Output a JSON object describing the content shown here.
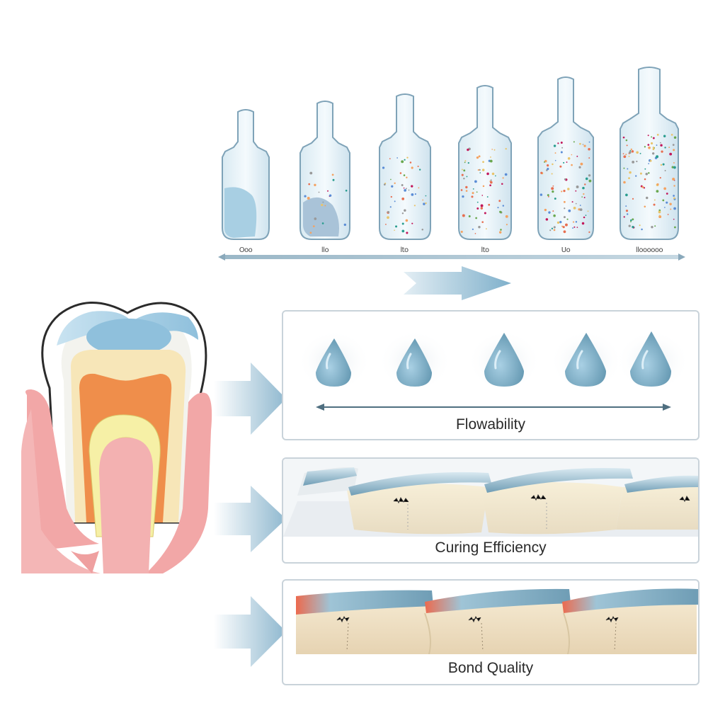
{
  "bottles": {
    "tick_labels": [
      "Ooo",
      "llo",
      "lto",
      "lto",
      "Uo",
      "lloooooo"
    ]
  },
  "panels": {
    "flowability": {
      "label": "Flowability"
    },
    "curing": {
      "label": "Curing Efficiency"
    },
    "bond": {
      "label": "Bond Quality"
    }
  },
  "colors": {
    "arrow": "#8fb8cf",
    "panel_border": "#c9d3da",
    "droplet": "#6fa3bd",
    "gum": "#f2a7a7",
    "pulp": "#ef8e4b",
    "dentin": "#f7e6b8"
  }
}
